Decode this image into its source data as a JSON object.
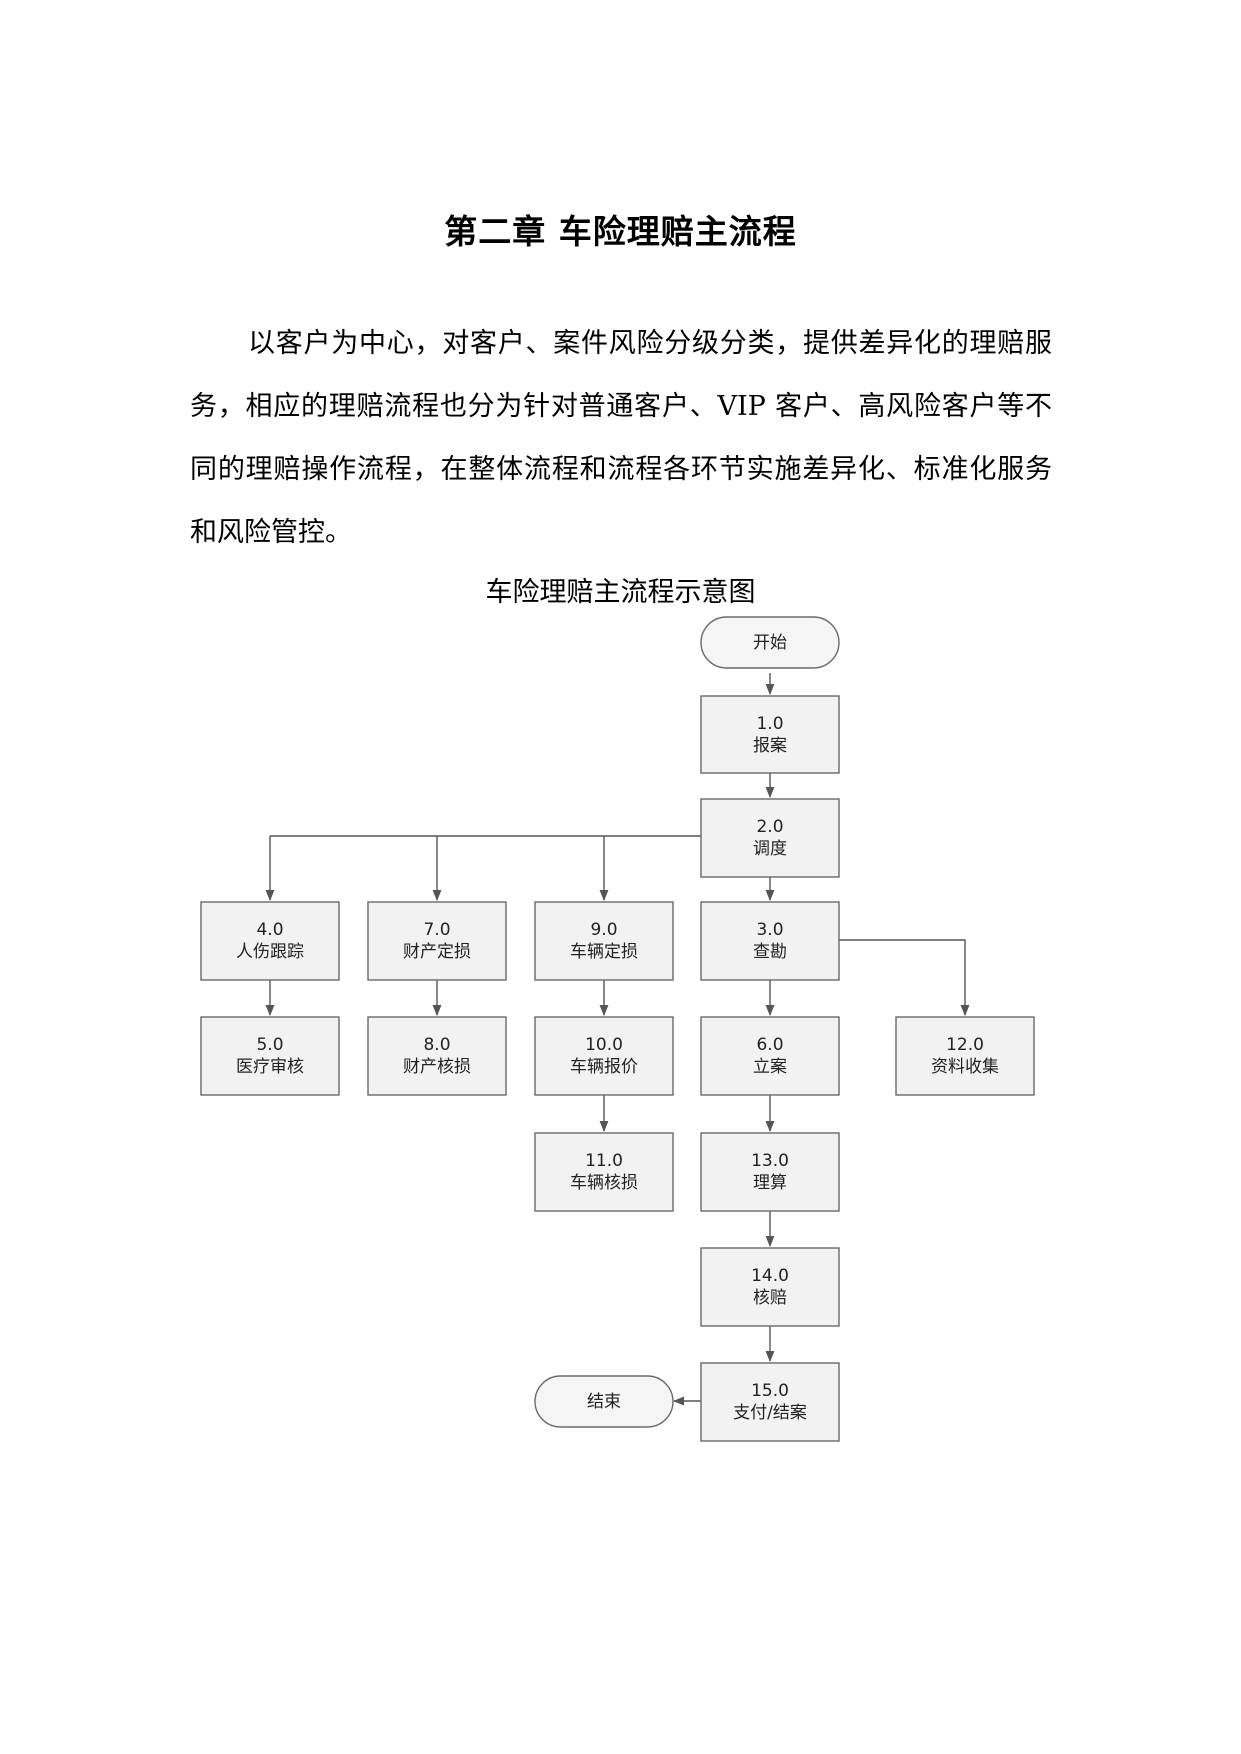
{
  "title": "第二章  车险理赔主流程",
  "paragraph": "以客户为中心，对客户、案件风险分级分类，提供差异化的理赔服务，相应的理赔流程也分为针对普通客户、VIP 客户、高风险客户等不同的理赔操作流程，在整体流程和流程各环节实施差异化、标准化服务和风险管控。",
  "caption": "车险理赔主流程示意图",
  "flowchart": {
    "start": "开始",
    "end": "结束",
    "nodes": {
      "n1": {
        "num": "1.0",
        "label": "报案"
      },
      "n2": {
        "num": "2.0",
        "label": "调度"
      },
      "n3": {
        "num": "3.0",
        "label": "查勘"
      },
      "n4": {
        "num": "4.0",
        "label": "人伤跟踪"
      },
      "n5": {
        "num": "5.0",
        "label": "医疗审核"
      },
      "n6": {
        "num": "6.0",
        "label": "立案"
      },
      "n7": {
        "num": "7.0",
        "label": "财产定损"
      },
      "n8": {
        "num": "8.0",
        "label": "财产核损"
      },
      "n9": {
        "num": "9.0",
        "label": "车辆定损"
      },
      "n10": {
        "num": "10.0",
        "label": "车辆报价"
      },
      "n11": {
        "num": "11.0",
        "label": "车辆核损"
      },
      "n12": {
        "num": "12.0",
        "label": "资料收集"
      },
      "n13": {
        "num": "13.0",
        "label": "理算"
      },
      "n14": {
        "num": "14.0",
        "label": "核赔"
      },
      "n15": {
        "num": "15.0",
        "label": "支付/结案"
      }
    }
  }
}
